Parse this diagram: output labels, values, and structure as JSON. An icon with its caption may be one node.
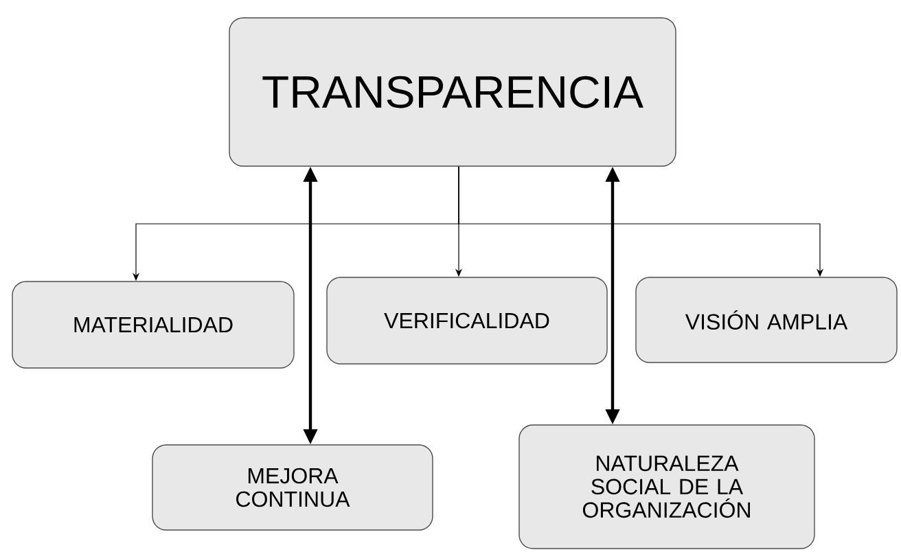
{
  "diagram": {
    "nodes": [
      {
        "text": [
          "TRANSPARENCIA"
        ]
      },
      {
        "text": [
          "MATERIALIDAD"
        ]
      },
      {
        "text": [
          "VERIFICALIDAD"
        ]
      },
      {
        "text": [
          "VISIÓN AMPLIA"
        ]
      },
      {
        "text": [
          "MEJORA CONTINUA"
        ]
      },
      {
        "text": [
          "NATURALEZA SOCIAL DE LA ORGANIZACIÓN"
        ]
      }
    ],
    "edges": [
      {
        "from": 0,
        "to": 1,
        "arrow": "to"
      },
      {
        "from": 0,
        "to": 2,
        "arrow": "to"
      },
      {
        "from": 0,
        "to": 3,
        "arrow": "to"
      },
      {
        "from": 0,
        "to": 4,
        "arrow": "both",
        "style": "thick"
      },
      {
        "from": 0,
        "to": 5,
        "arrow": "both",
        "style": "thick"
      }
    ]
  }
}
